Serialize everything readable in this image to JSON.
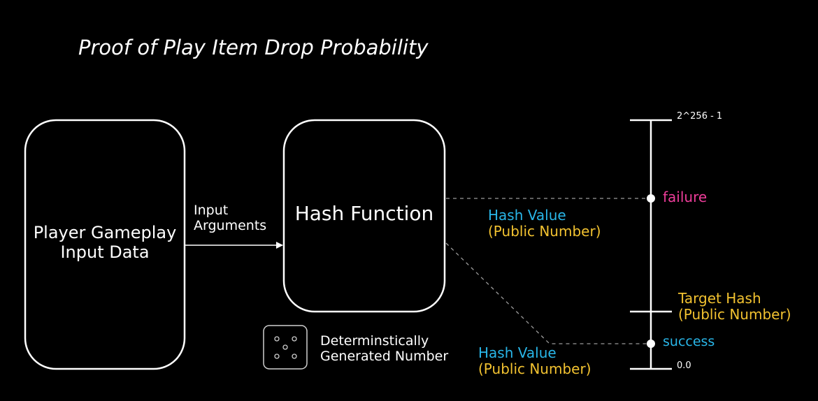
{
  "title": "Proof of Play Item Drop Probability",
  "player_box": {
    "line1": "Player Gameplay",
    "line2": "Input Data"
  },
  "arrow_label": {
    "line1": "Input",
    "line2": "Arguments"
  },
  "hash_box": {
    "label": "Hash Function"
  },
  "legend": {
    "icon": "dice-icon",
    "line1": "Determinstically",
    "line2": "Generated Number"
  },
  "hash_value_top": {
    "line1": "Hash Value",
    "line2": "(Public Number)"
  },
  "hash_value_bottom": {
    "line1": "Hash Value",
    "line2": "(Public Number)"
  },
  "scale": {
    "max_label": "2^256 - 1",
    "min_label": "0.0",
    "failure_label": "failure",
    "success_label": "success",
    "target": {
      "line1": "Target Hash",
      "line2": "(Public Number)"
    }
  },
  "colors": {
    "background": "#000000",
    "stroke": "#ffffff",
    "cyan": "#29b6e8",
    "yellow": "#f2c230",
    "pink": "#ee3d9a"
  }
}
